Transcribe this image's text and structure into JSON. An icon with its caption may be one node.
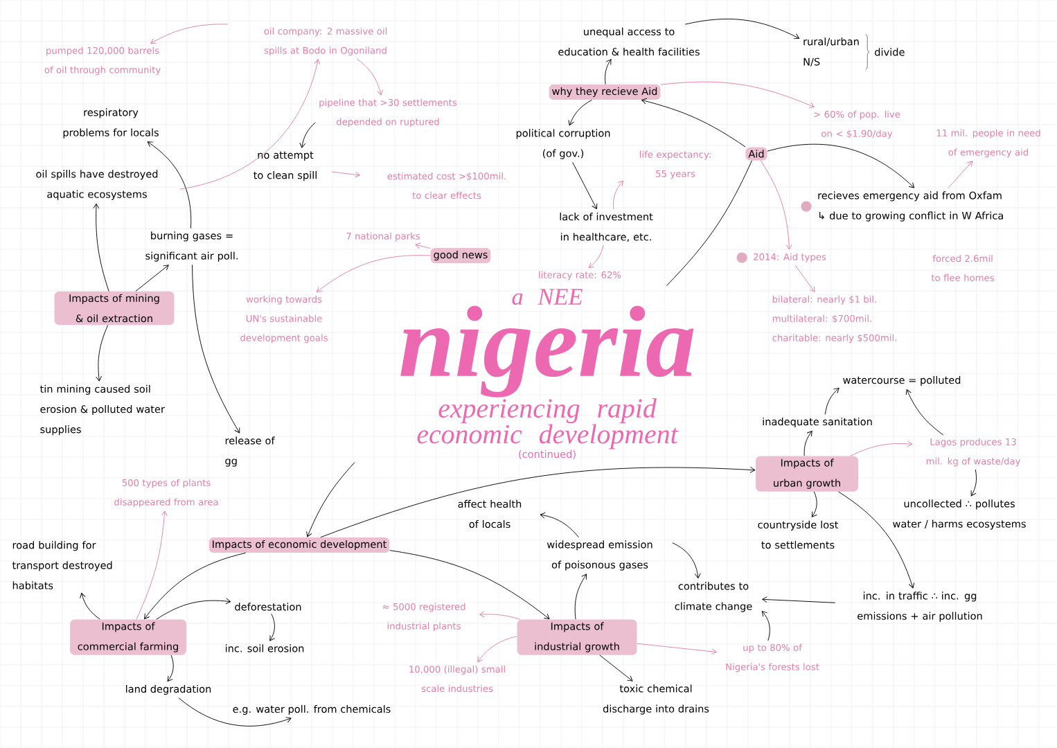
{
  "diagram": {
    "nodes": [
      {
        "text": [
          "a NEE",
          "nigeria",
          "experiencing rapid economic development",
          "(continued)"
        ]
      },
      {
        "text": [
          "Impacts of mining & oil extraction"
        ]
      },
      {
        "text": [
          "respiratory problems for locals"
        ]
      },
      {
        "text": [
          "oil spills have destroyed aquatic ecosystems"
        ]
      },
      {
        "text": [
          "burning gases = significant air poll."
        ]
      },
      {
        "text": [
          "tin mining caused soil erosion & polluted water supplies"
        ]
      },
      {
        "text": [
          "release of gg"
        ]
      },
      {
        "text": [
          "oil company: 2 massive oil spills at Bodo in Ogoniland"
        ]
      },
      {
        "text": [
          "pumped 120,000 barrels of oil through community"
        ]
      },
      {
        "text": [
          "pipeline that >30 settlements depended on ruptured"
        ]
      },
      {
        "text": [
          "no attempt to clean spill"
        ]
      },
      {
        "text": [
          "estimated cost >$100mil. to clear effects"
        ]
      },
      {
        "text": [
          "good news"
        ]
      },
      {
        "text": [
          "7 national parks"
        ]
      },
      {
        "text": [
          "working towards UN's sustainable development goals"
        ]
      },
      {
        "text": [
          "why they recieve Aid"
        ]
      },
      {
        "text": [
          "unequal access to education & health facilities"
        ]
      },
      {
        "text": [
          "rural/urban",
          "N/S"
        ],
        "beside": [
          "divide"
        ]
      },
      {
        "text": [
          "political corruption (of gov.)"
        ]
      },
      {
        "text": [
          "lack of investment in healthcare, etc."
        ]
      },
      {
        "text": [
          "literacy rate: 62%"
        ]
      },
      {
        "text": [
          "life expectancy: 55 years"
        ]
      },
      {
        "text": [
          "Aid"
        ]
      },
      {
        "text": [
          "> 60% of pop. live on < $1.90/day"
        ]
      },
      {
        "text": [
          "recieves emergency aid from Oxfam",
          "↳ due to growing conflict in W Africa"
        ]
      },
      {
        "text": [
          "11 mil. people in need of emergency aid"
        ]
      },
      {
        "text": [
          "forced 2.6mil to flee homes"
        ]
      },
      {
        "text": [
          "2014: Aid types"
        ]
      },
      {
        "text": [
          "bilateral: nearly $1 bil.",
          "multilateral: $700mil.",
          "charitable: nearly $500mil."
        ]
      },
      {
        "text": [
          "Impacts of economic development"
        ]
      },
      {
        "text": [
          "Impacts of commercial farming"
        ]
      },
      {
        "text": [
          "road building for transport destroyed habitats"
        ]
      },
      {
        "text": [
          "500 types of plants disappeared from area"
        ]
      },
      {
        "text": [
          "deforestation"
        ]
      },
      {
        "text": [
          "inc. soil erosion"
        ]
      },
      {
        "text": [
          "land degradation"
        ]
      },
      {
        "text": [
          "e.g. water poll. from chemicals"
        ]
      },
      {
        "text": [
          "Impacts of industrial growth"
        ]
      },
      {
        "text": [
          "affect health of locals"
        ]
      },
      {
        "text": [
          "widespread emission of poisonous gases"
        ]
      },
      {
        "text": [
          "≈ 5000 registered industrial plants"
        ]
      },
      {
        "text": [
          "10,000 (illegal) small scale industries"
        ]
      },
      {
        "text": [
          "toxic chemical discharge into drains"
        ]
      },
      {
        "text": [
          "up to 80% of Nigeria's forests lost"
        ]
      },
      {
        "text": [
          "contributes to climate change"
        ]
      },
      {
        "text": [
          "Impacts of urban growth"
        ]
      },
      {
        "text": [
          "inadequate sanitation"
        ]
      },
      {
        "text": [
          "watercourse = polluted"
        ]
      },
      {
        "text": [
          "Lagos produces 13 mil. kg of waste/day"
        ]
      },
      {
        "text": [
          "uncollected ∴ pollutes water / harms ecosystems"
        ]
      },
      {
        "text": [
          "countryside lost to settlements"
        ]
      },
      {
        "text": [
          "inc. in traffic ∴ inc. gg emissions + air pollution"
        ]
      }
    ],
    "edges": [
      {
        "from": 4,
        "to": 2,
        "arrow": "to"
      },
      {
        "from": 1,
        "to": 3,
        "arrow": "to"
      },
      {
        "from": 1,
        "to": 4,
        "arrow": "to"
      },
      {
        "from": 1,
        "to": 5,
        "arrow": "to"
      },
      {
        "from": 4,
        "to": 6,
        "arrow": "to"
      },
      {
        "from": 3,
        "to": 7,
        "arrow": "to",
        "color": "#e07fa8"
      },
      {
        "from": 7,
        "to": 8,
        "arrow": "to",
        "color": "#e07fa8"
      },
      {
        "from": 7,
        "to": 9,
        "arrow": "to",
        "color": "#e07fa8"
      },
      {
        "from": 9,
        "to": 10,
        "arrow": "to"
      },
      {
        "from": 10,
        "to": 11,
        "arrow": "to",
        "color": "#e07fa8"
      },
      {
        "from": 12,
        "to": 13,
        "arrow": "to",
        "color": "#e07fa8"
      },
      {
        "from": 12,
        "to": 14,
        "arrow": "to",
        "color": "#e07fa8"
      },
      {
        "from": 15,
        "to": 16,
        "arrow": "to"
      },
      {
        "from": 16,
        "to": 17,
        "arrow": "to"
      },
      {
        "from": 15,
        "to": 18,
        "arrow": "to"
      },
      {
        "from": 18,
        "to": 19,
        "arrow": "to"
      },
      {
        "from": 19,
        "to": 21,
        "arrow": "to",
        "color": "#e07fa8"
      },
      {
        "from": 19,
        "to": 20,
        "arrow": "to",
        "color": "#e07fa8"
      },
      {
        "from": 22,
        "to": 15,
        "arrow": "to"
      },
      {
        "from": 15,
        "to": 23,
        "arrow": "to",
        "color": "#e07fa8"
      },
      {
        "from": 22,
        "to": 24,
        "arrow": "to"
      },
      {
        "from": 22,
        "to": 0,
        "arrow": "none"
      },
      {
        "from": 22,
        "to": 27,
        "arrow": "to",
        "color": "#e07fa8"
      },
      {
        "from": 24,
        "to": 25,
        "arrow": "to",
        "color": "#e07fa8"
      },
      {
        "from": 27,
        "to": 28,
        "arrow": "to",
        "color": "#e07fa8"
      },
      {
        "from": 0,
        "to": 29,
        "arrow": "to"
      },
      {
        "from": 29,
        "to": 30,
        "arrow": "to"
      },
      {
        "from": 29,
        "to": 45,
        "arrow": "to"
      },
      {
        "from": 29,
        "to": 37,
        "arrow": "to"
      },
      {
        "from": 30,
        "to": 31,
        "arrow": "to"
      },
      {
        "from": 30,
        "to": 32,
        "arrow": "to",
        "color": "#e07fa8"
      },
      {
        "from": 30,
        "to": 33,
        "arrow": "to"
      },
      {
        "from": 33,
        "to": 34,
        "arrow": "to"
      },
      {
        "from": 30,
        "to": 35,
        "arrow": "to"
      },
      {
        "from": 35,
        "to": 36,
        "arrow": "to"
      },
      {
        "from": 37,
        "to": 39,
        "arrow": "to"
      },
      {
        "from": 39,
        "to": 38,
        "arrow": "to"
      },
      {
        "from": 39,
        "to": 44,
        "arrow": "to"
      },
      {
        "from": 37,
        "to": 40,
        "arrow": "to",
        "color": "#e07fa8"
      },
      {
        "from": 37,
        "to": 41,
        "arrow": "to",
        "color": "#e07fa8"
      },
      {
        "from": 37,
        "to": 42,
        "arrow": "to"
      },
      {
        "from": 37,
        "to": 43,
        "arrow": "to",
        "color": "#e07fa8"
      },
      {
        "from": 43,
        "to": 44,
        "arrow": "to"
      },
      {
        "from": 45,
        "to": 46,
        "arrow": "to"
      },
      {
        "from": 46,
        "to": 47,
        "arrow": "to"
      },
      {
        "from": 45,
        "to": 48,
        "arrow": "to",
        "color": "#e07fa8"
      },
      {
        "from": 48,
        "to": 47,
        "arrow": "to"
      },
      {
        "from": 48,
        "to": 49,
        "arrow": "to"
      },
      {
        "from": 45,
        "to": 50,
        "arrow": "to"
      },
      {
        "from": 45,
        "to": 51,
        "arrow": "to"
      },
      {
        "from": 51,
        "to": 44,
        "arrow": "to"
      }
    ]
  }
}
